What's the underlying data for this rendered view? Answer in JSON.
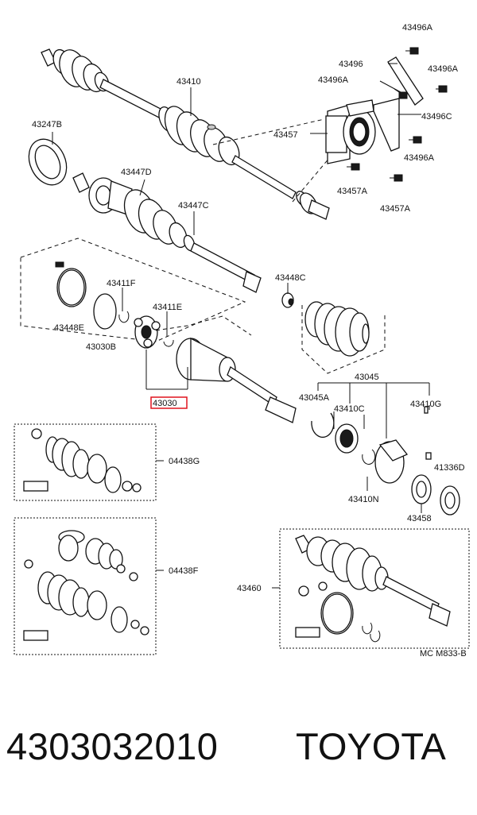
{
  "labels": {
    "p43496A_1": "43496A",
    "p43496": "43496",
    "p43496A_2": "43496A",
    "p43496A_3": "43496A",
    "p43496C": "43496C",
    "p43410": "43410",
    "p43247B": "43247B",
    "p43457": "43457",
    "p43496A_4": "43496A",
    "p43447D": "43447D",
    "p43457A_1": "43457A",
    "p43447C": "43447C",
    "p43457A_2": "43457A",
    "p43448C": "43448C",
    "p43411F": "43411F",
    "p43448E": "43448E",
    "p43411E": "43411E",
    "p43030B": "43030B",
    "p43045": "43045",
    "p43030": "43030",
    "p43045A": "43045A",
    "p43410C": "43410C",
    "p43410G": "43410G",
    "p04438G": "04438G",
    "p41336D": "41336D",
    "p43410N": "43410N",
    "p43458": "43458",
    "p04438F": "04438F",
    "p43460": "43460",
    "ref": "MC M833-B"
  },
  "part_number": "4303032010",
  "brand": "TOYOTA",
  "highlight_color": "#e0141e"
}
